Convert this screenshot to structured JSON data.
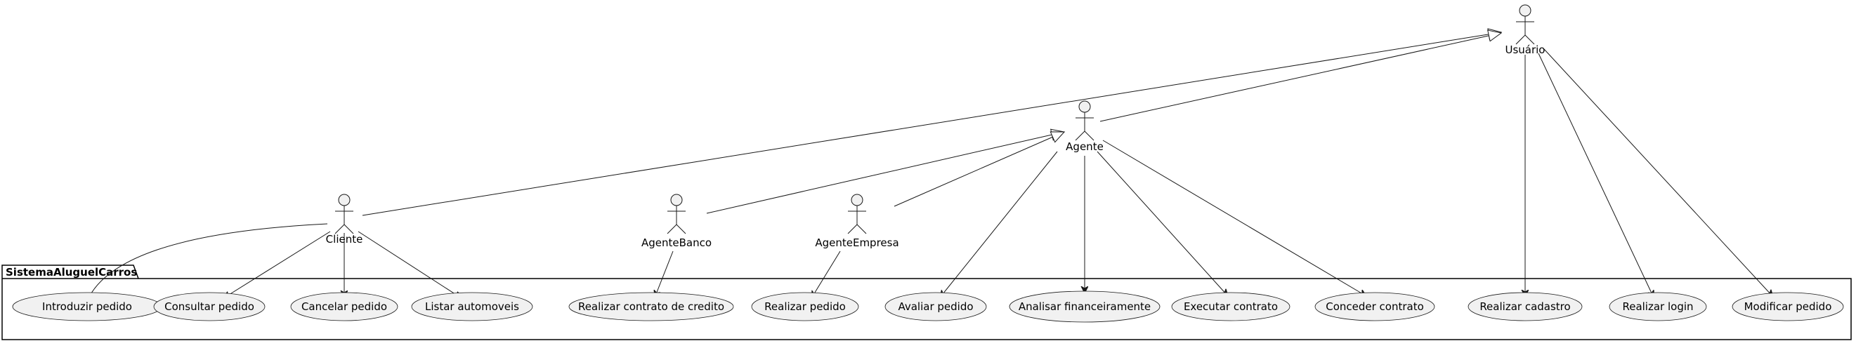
{
  "package": {
    "title": "SistemaAluguelCarros"
  },
  "actors": {
    "usuario": "Usuário",
    "agente": "Agente",
    "cliente": "Cliente",
    "agente_banco": "AgenteBanco",
    "agente_empresa": "AgenteEmpresa"
  },
  "use_cases": {
    "introduzir_pedido": "Introduzir pedido",
    "consultar_pedido": "Consultar pedido",
    "cancelar_pedido": "Cancelar pedido",
    "listar_automoveis": "Listar automoveis",
    "realizar_contrato_credito": "Realizar contrato de credito",
    "realizar_pedido": "Realizar pedido",
    "avaliar_pedido": "Avaliar pedido",
    "analisar_financeiramente": "Analisar financeiramente",
    "executar_contrato": "Executar contrato",
    "conceder_contrato": "Conceder contrato",
    "realizar_cadastro": "Realizar cadastro",
    "realizar_login": "Realizar login",
    "modificar_pedido": "Modificar pedido"
  },
  "relationships": [
    {
      "from": "Cliente",
      "to": "Usuário",
      "type": "generalization"
    },
    {
      "from": "Agente",
      "to": "Usuário",
      "type": "generalization"
    },
    {
      "from": "AgenteBanco",
      "to": "Agente",
      "type": "generalization"
    },
    {
      "from": "AgenteEmpresa",
      "to": "Agente",
      "type": "generalization"
    },
    {
      "from": "Cliente",
      "to": "Introduzir pedido",
      "type": "association"
    },
    {
      "from": "Cliente",
      "to": "Consultar pedido",
      "type": "association"
    },
    {
      "from": "Cliente",
      "to": "Cancelar pedido",
      "type": "association"
    },
    {
      "from": "Cliente",
      "to": "Listar automoveis",
      "type": "association"
    },
    {
      "from": "AgenteBanco",
      "to": "Realizar contrato de credito",
      "type": "association"
    },
    {
      "from": "AgenteEmpresa",
      "to": "Realizar pedido",
      "type": "association"
    },
    {
      "from": "Agente",
      "to": "Avaliar pedido",
      "type": "association"
    },
    {
      "from": "Agente",
      "to": "Analisar financeiramente",
      "type": "association"
    },
    {
      "from": "Agente",
      "to": "Executar contrato",
      "type": "association"
    },
    {
      "from": "Agente",
      "to": "Conceder contrato",
      "type": "association"
    },
    {
      "from": "Usuário",
      "to": "Realizar cadastro",
      "type": "association"
    },
    {
      "from": "Usuário",
      "to": "Realizar login",
      "type": "association"
    },
    {
      "from": "Usuário",
      "to": "Modificar pedido",
      "type": "association"
    }
  ]
}
